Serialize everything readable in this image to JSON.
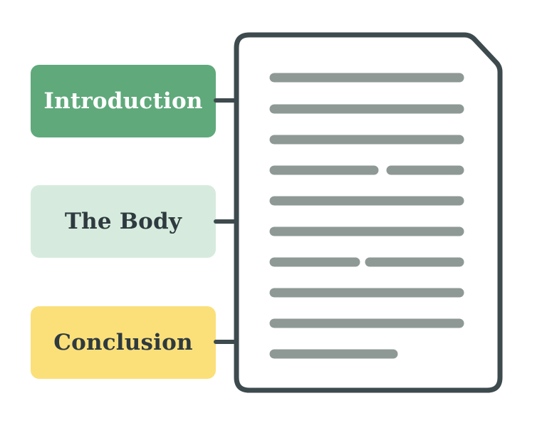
{
  "sections": [
    {
      "label": "Introduction",
      "bg": "#5fa97b",
      "text_color": "#ffffff"
    },
    {
      "label": "The Body",
      "bg": "#d6ebdd",
      "text_color": "#2e3a3f"
    },
    {
      "label": "Conclusion",
      "bg": "#fbe07a",
      "text_color": "#2e3a3f"
    }
  ],
  "colors": {
    "outline": "#3d4a4e",
    "text_line": "#8e9996",
    "page_bg": "#ffffff"
  },
  "icons": {
    "document": "document-icon",
    "arrow": "arrow-right-icon"
  }
}
